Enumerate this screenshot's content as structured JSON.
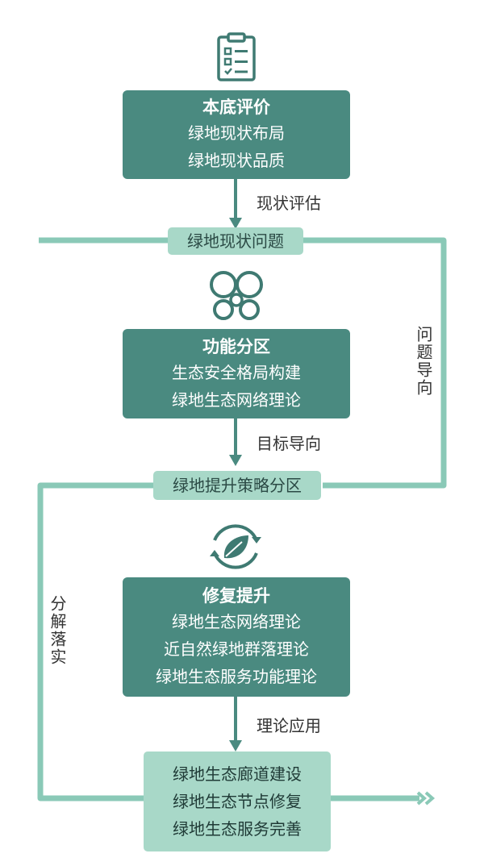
{
  "colors": {
    "dark": "#4a8a80",
    "light": "#a8d8c8",
    "line": "#8ac9b7",
    "arrow": "#4a8a80",
    "icon": "#3f7a72"
  },
  "icons": [
    "clipboard-icon",
    "bubbles-icon",
    "leaf-cycle-icon"
  ],
  "stage1": {
    "title": "本底评价",
    "lines": [
      "绿地现状布局",
      "绿地现状品质"
    ],
    "arrow_label": "现状评估",
    "result": "绿地现状问题"
  },
  "stage2": {
    "title": "功能分区",
    "lines": [
      "生态安全格局构建",
      "绿地生态网络理论"
    ],
    "arrow_label": "目标导向",
    "result": "绿地提升策略分区"
  },
  "stage3": {
    "title": "修复提升",
    "lines": [
      "绿地生态网络理论",
      "近自然绿地群落理论",
      "绿地生态服务功能理论"
    ],
    "arrow_label": "理论应用"
  },
  "final": {
    "lines": [
      "绿地生态廊道建设",
      "绿地生态节点修复",
      "绿地生态服务完善"
    ]
  },
  "side_labels": {
    "right": "问题导向",
    "left": "分解落实"
  }
}
